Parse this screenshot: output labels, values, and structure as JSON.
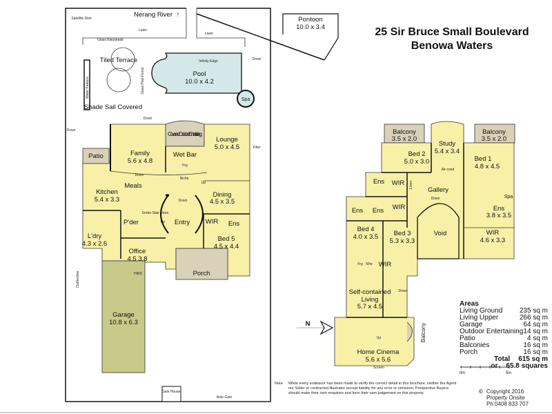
{
  "title": {
    "line1": "25 Sir Bruce Small Boulevard",
    "line2": "Benowa Waters"
  },
  "pontoon": {
    "name": "Pontoon",
    "dims": "10.0 x 3.4"
  },
  "ground_floor": {
    "outdoor_labels": {
      "satellite_dish": "Satellite Dish",
      "river": "Nerang River",
      "lawn": "Lawn",
      "glass_balustrade": "Glass Balustrade",
      "infinity_edge": "Infinity Edge",
      "glass_pool_fence": "Glass Pool Fence",
      "water_feature": "Water Feature",
      "clothesline": "Clothesline",
      "filter": "Filter",
      "down": "Down",
      "up": "Up",
      "niche": "Niche",
      "fridge": "Frg",
      "under_stair_store": "Under Stair Store",
      "hwc": "HWS",
      "gate_house": "Gate House",
      "auto_gate": "Auto Gate"
    },
    "tiled_terrace": "Tiled Terrace",
    "shade_sail": "Shade Sail Covered",
    "pool": {
      "name": "Pool",
      "dims": "10.0 x 4.2"
    },
    "spa": "Spa",
    "covered_outdoor": "Covered Outdoor Entertaining",
    "family": {
      "name": "Family",
      "dims": "5.6 x 4.8"
    },
    "wet_bar": "Wet Bar",
    "lounge": {
      "name": "Lounge",
      "dims": "5.0 x 4.5"
    },
    "patio": "Patio",
    "meals": "Meals",
    "kitchen": {
      "name": "Kitchen",
      "dims": "5.4 x 3.3"
    },
    "dining": {
      "name": "Dining",
      "dims": "4.5 x 3.5"
    },
    "pder": "P'der",
    "entry": "Entry",
    "wir": "WIR",
    "ens": "Ens",
    "laundry": {
      "name": "L'dry",
      "dims": "4.3 x 2.6"
    },
    "office": {
      "name": "Office",
      "dims": "4.5  3.8"
    },
    "bed5": {
      "name": "Bed 5",
      "dims": "4.5 x 4.4"
    },
    "porch": "Porch",
    "garage": {
      "name": "Garage",
      "dims": "10.8 x 6.3"
    }
  },
  "upper_floor": {
    "balcony_left": {
      "name": "Balcony",
      "dims": "3.5 x 2.0"
    },
    "balcony_right": {
      "name": "Balcony",
      "dims": "3.5 x 2.0"
    },
    "study": {
      "name": "Study",
      "dims": "5.4 x 3.4"
    },
    "bed2": {
      "name": "Bed 2",
      "dims": "5.0 x 3.0"
    },
    "bed1": {
      "name": "Bed 1",
      "dims": "4.8 x 4.5"
    },
    "air_cond": "Air-cond",
    "linen": "Linen",
    "gallery": "Gallery",
    "down": "Down",
    "up": "Up",
    "ens": "Ens",
    "wir": "WIR",
    "spa": "Spa",
    "ens_main": {
      "name": "Ens",
      "dims": "3.8 x 3.5"
    },
    "wir_main": {
      "name": "WIR",
      "dims": "4.6 x 3.3"
    },
    "bed4": {
      "name": "Bed 4",
      "dims": "4.0 x 3.5"
    },
    "bed3": {
      "name": "Bed 3",
      "dims": "5.3 x 3.3"
    },
    "void": "Void",
    "fridge": "Frg",
    "microwave": "M/w",
    "self_contained": {
      "name": "Self-contained",
      "name2": "Living",
      "dims": "5.7 x 4.5"
    },
    "balcony_small": "Balcony",
    "home_cinema": {
      "name": "Home Cinema",
      "dims": "5.6 x 5.6"
    },
    "screen": "Screen"
  },
  "north_label": "N",
  "areas": {
    "heading": "Areas",
    "rows": [
      {
        "label": "Living Ground",
        "value": "235 sq m"
      },
      {
        "label": "Living Upper",
        "value": "266 sq m"
      },
      {
        "label": "Garage",
        "value": "64 sq m"
      },
      {
        "label": "Outdoor Entertaining",
        "value": "14 sq m"
      },
      {
        "label": "Patio",
        "value": "4 sq m"
      },
      {
        "label": "Balconies",
        "value": "16 sq m"
      },
      {
        "label": "Porch",
        "value": "16 sq m"
      }
    ],
    "total_label": "Total",
    "total_value": "615 sq m",
    "or_label": "or",
    "squares_value": "65.8 squares"
  },
  "scale": {
    "start": "0m",
    "end": "5m"
  },
  "note": {
    "label": "Note",
    "text": "While every endeavor has been made to verify the correct detail in this brochure, neither the Agent nor Seller or contracted illustrator accept liability for any error or omission. Prospective Buyers should make their own enquiries and form their own judgement on this property."
  },
  "copyright": {
    "line1": "Copyright 2016",
    "line2": "Property Onsite",
    "line3": "Ph:0408 833 707"
  },
  "colors": {
    "living": "#f7f0a6",
    "garage": "#c9c98a",
    "outdoor_covered": "#d9d1b8",
    "pool": "#d4e8ea"
  }
}
